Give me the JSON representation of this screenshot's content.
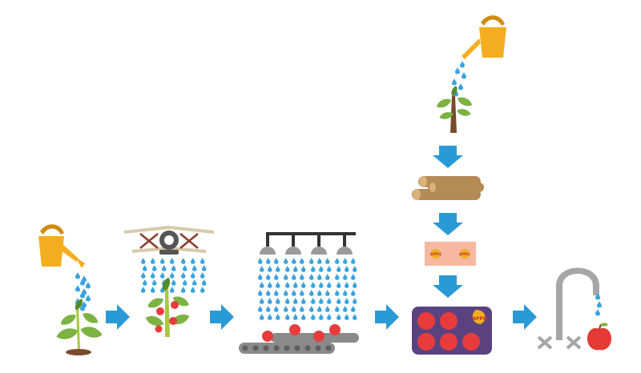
{
  "colors": {
    "water": "#3aa3de",
    "arrow": "#2a9ad6",
    "can": "#f3ae1f",
    "can_dark": "#d28a0e",
    "leaf": "#7cb342",
    "leaf_dark": "#558b2f",
    "stem": "#a5c93f",
    "soil": "#7a4a2a",
    "tomato": "#e83c3c",
    "plane_wing": "#d8c9a8",
    "plane_strut": "#8a3b2b",
    "plane_body": "#555555",
    "pipe": "#333333",
    "nozzle": "#9a9a9a",
    "belt": "#8a8a8a",
    "log": "#b48a55",
    "log_end": "#d9b27c",
    "box": "#f6b8a0",
    "tray": "#5a4280",
    "faucet": "#a6a6a6",
    "apple": "#e53935"
  },
  "icons": [
    "watering-can-icon",
    "seedling-plant-icon",
    "crop-duster-plane-icon",
    "tomato-plant-icon",
    "sprinkler-pipe-icon",
    "conveyor-belt-icon",
    "sapling-icon",
    "wood-logs-icon",
    "cardboard-box-icon",
    "tomato-tray-icon",
    "faucet-icon",
    "apple-icon",
    "flow-arrow-icon"
  ],
  "labels": {
    "tray_tag": "APPEL",
    "box_tag_left": "APPEL",
    "box_tag_right": "APPEL"
  }
}
